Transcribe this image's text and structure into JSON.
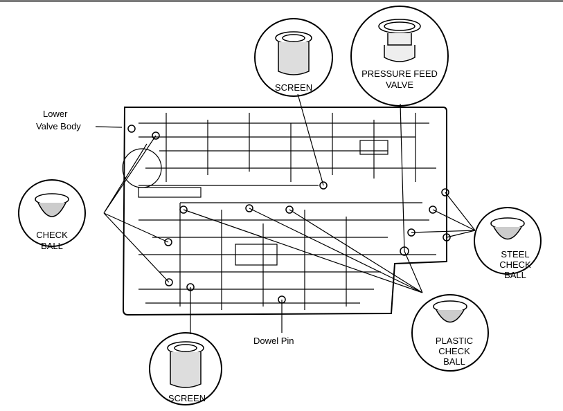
{
  "labels": {
    "lower_valve_body_1": "Lower",
    "lower_valve_body_2": "Valve Body",
    "dowel_pin": "Dowel Pin",
    "screen_top": "SCREEN",
    "pressure_feed_1": "PRESSURE FEED",
    "pressure_feed_2": "VALVE",
    "check_ball_1": "CHECK",
    "check_ball_2": "BALL",
    "steel_1": "STEEL",
    "steel_2": "CHECK",
    "steel_3": "BALL",
    "plastic_1": "PLASTIC",
    "plastic_2": "CHECK",
    "plastic_3": "BALL",
    "screen_bottom": "SCREEN"
  }
}
